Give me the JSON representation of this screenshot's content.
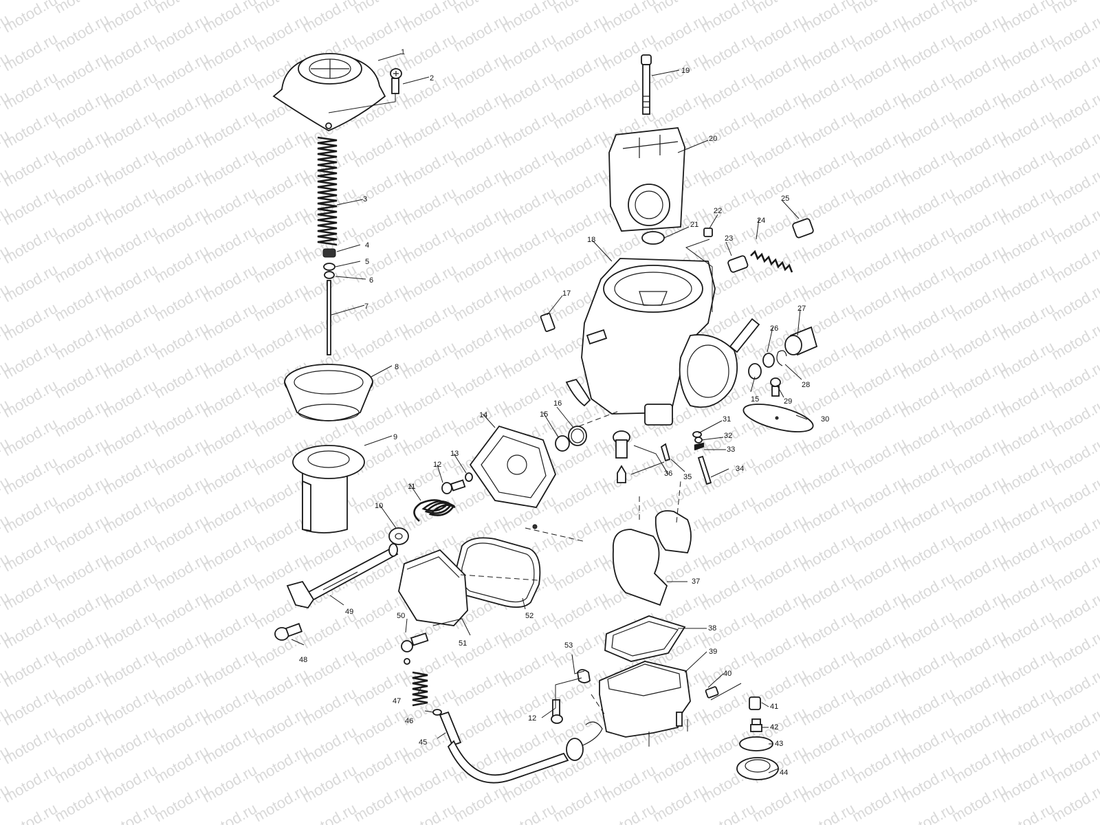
{
  "watermark": "motod.ru",
  "labels": {
    "p1": "1",
    "p2": "2",
    "p3": "3",
    "p4": "4",
    "p5": "5",
    "p6": "6",
    "p7": "7",
    "p8": "8",
    "p9": "9",
    "p10": "10",
    "p11": "11",
    "p12": "12",
    "p12b": "12",
    "p13": "13",
    "p14": "14",
    "p15": "15",
    "p15b": "15",
    "p16": "16",
    "p17": "17",
    "p18": "18",
    "p19": "19",
    "p20": "20",
    "p21": "21",
    "p22": "22",
    "p23": "23",
    "p24": "24",
    "p25": "25",
    "p26": "26",
    "p27": "27",
    "p28": "28",
    "p29": "29",
    "p30": "30",
    "p31": "31",
    "p32": "32",
    "p33": "33",
    "p34": "34",
    "p35": "35",
    "p36": "36",
    "p37": "37",
    "p38": "38",
    "p39": "39",
    "p40": "40",
    "p41": "41",
    "p42": "42",
    "p43": "43",
    "p44": "44",
    "p45": "45",
    "p46": "46",
    "p47": "47",
    "p48": "48",
    "p49": "49",
    "p50": "50",
    "p51": "51",
    "p52": "52",
    "p53": "53"
  }
}
